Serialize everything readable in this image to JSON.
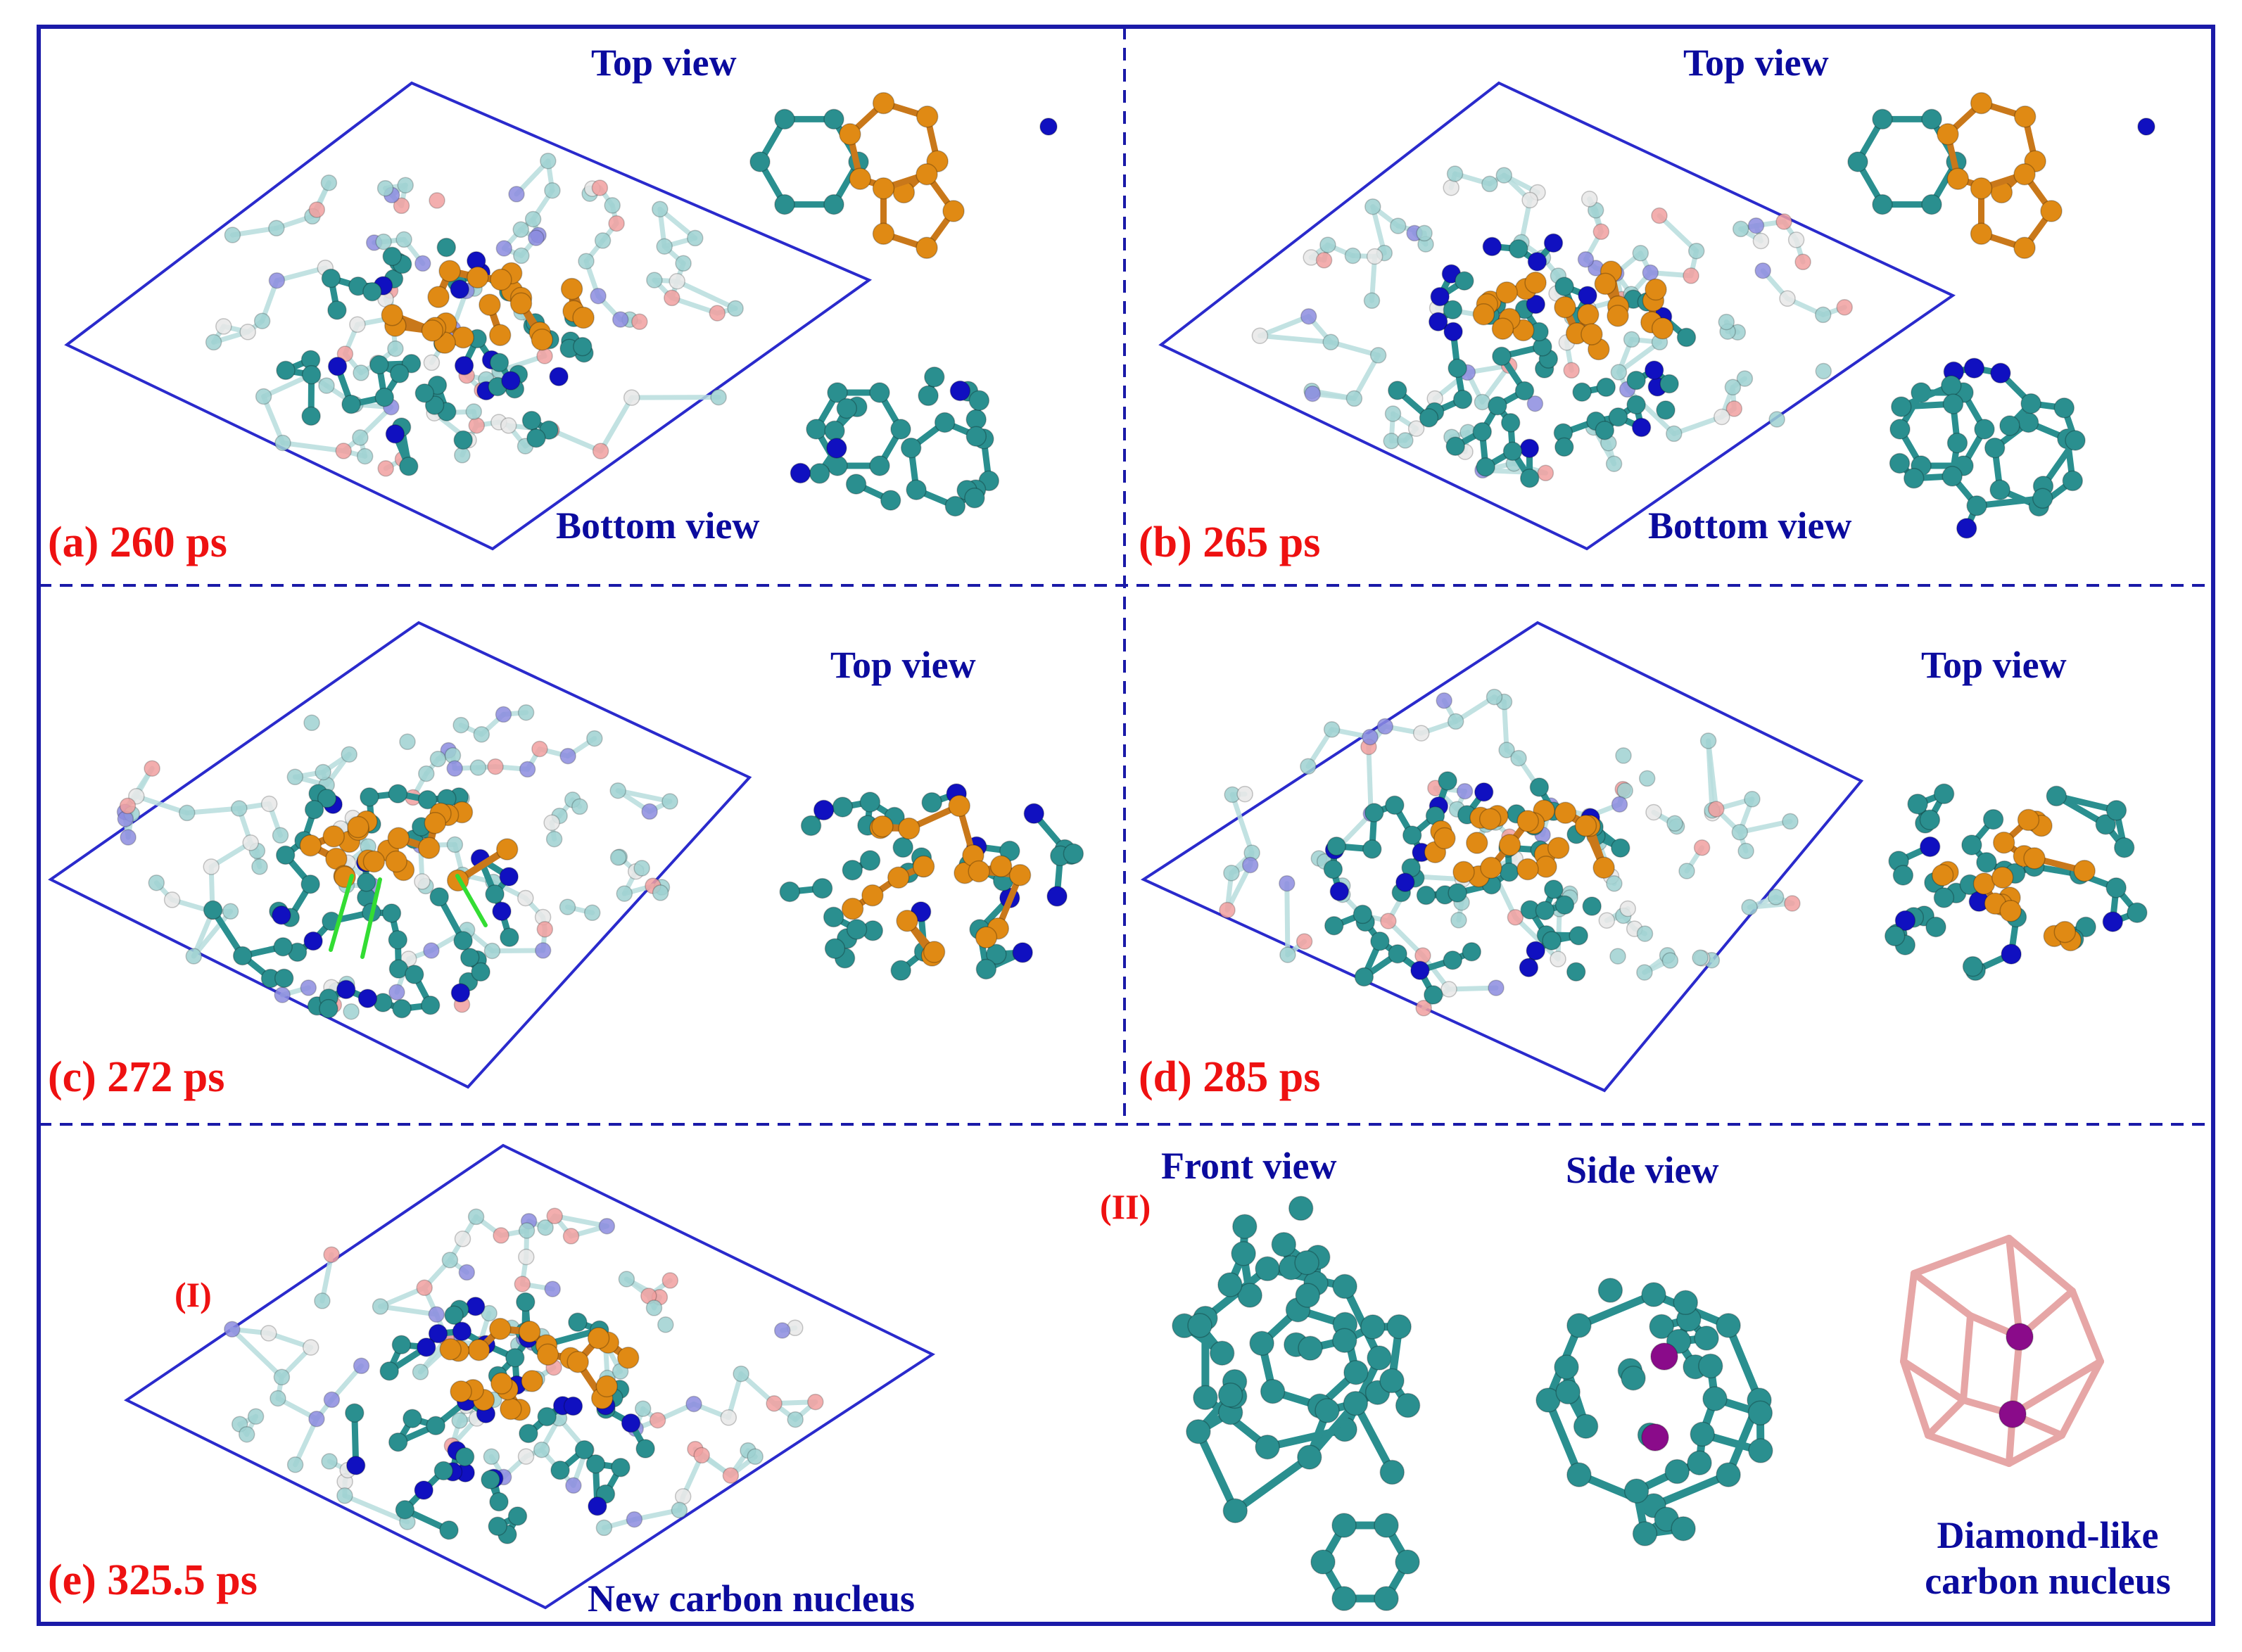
{
  "colors": {
    "panel_label": "#ee1111",
    "view_label": "#0b0b9e",
    "frame": "#1a1aa8",
    "carbon": "#2a8f8f",
    "carbon_faded": "#9fd2d2",
    "nucleus_atom": "#e08a14",
    "nitrogen": "#1010c0",
    "nitrogen_faded": "#8c8ce0",
    "oxygen": "#ee3333",
    "oxygen_faded": "#f2a0a0",
    "hydrogen": "#e8e8e8",
    "new_bond": "#33dd33",
    "diamond_atom": "#8a0b8a",
    "diamond_bond": "#e6a6a6"
  },
  "panels": [
    {
      "id": "a",
      "label": "(a) 260 ps",
      "views": [
        "Top view",
        "Bottom view"
      ]
    },
    {
      "id": "b",
      "label": "(b) 265 ps",
      "views": [
        "Top view",
        "Bottom view"
      ]
    },
    {
      "id": "c",
      "label": "(c) 272 ps",
      "views": [
        "Top view"
      ]
    },
    {
      "id": "d",
      "label": "(d) 285 ps",
      "views": [
        "Top view"
      ]
    },
    {
      "id": "e",
      "label": "(e) 325.5 ps",
      "sub_labels": [
        "(I)",
        "(II)"
      ],
      "views": [
        "Front view",
        "Side view",
        "New carbon nucleus",
        "Diamond-like carbon nucleus"
      ]
    }
  ]
}
